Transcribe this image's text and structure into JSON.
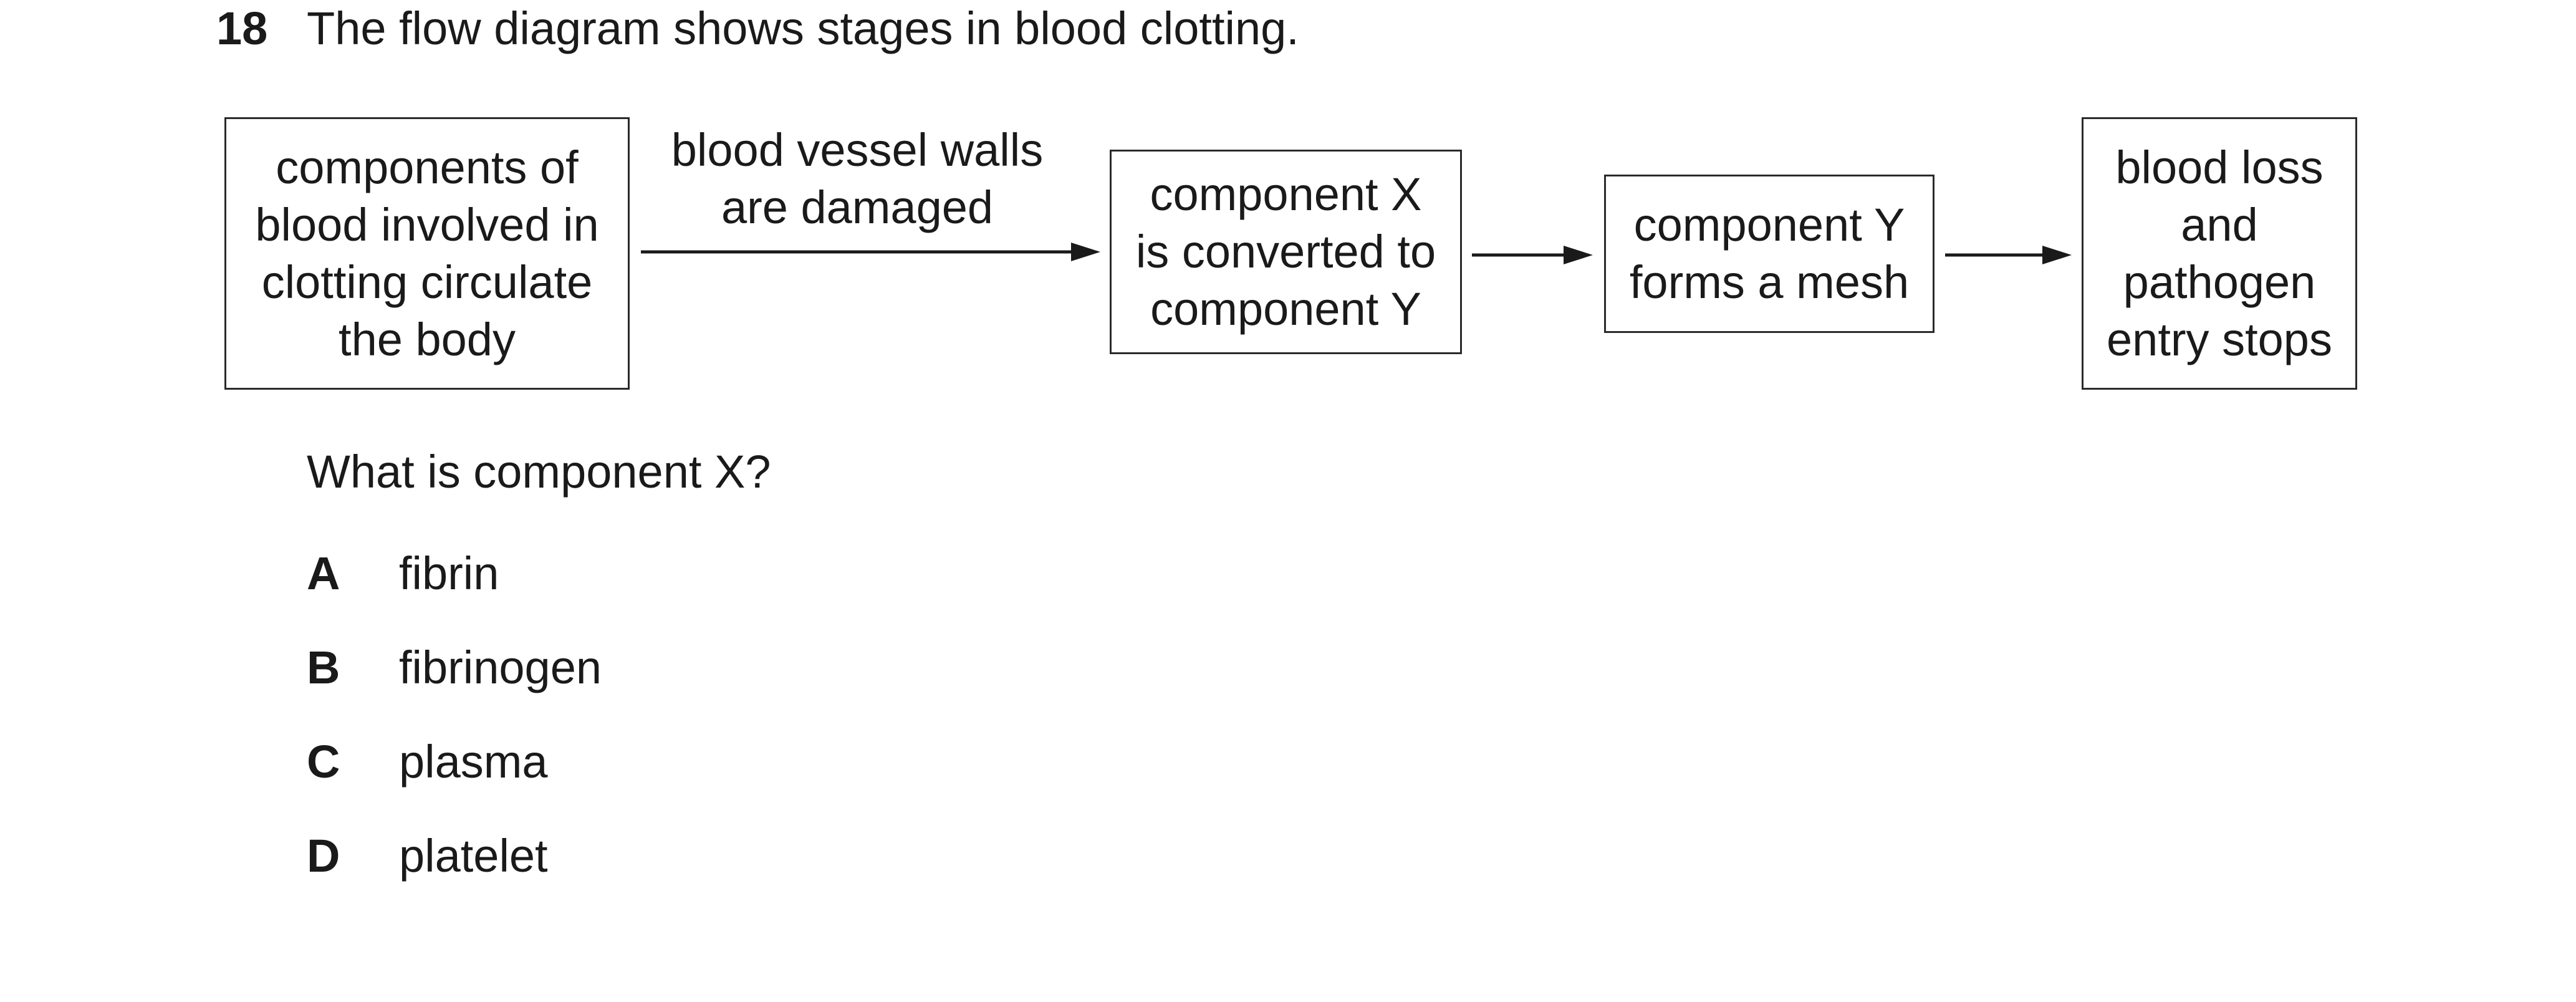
{
  "question": {
    "number": "18",
    "stem": "The flow diagram shows stages in blood clotting.",
    "prompt": "What is component X?"
  },
  "diagram": {
    "boxes": [
      {
        "lines": [
          "components of",
          "blood involved in",
          "clotting circulate",
          "the body"
        ]
      },
      {
        "lines": [
          "component X",
          "is converted to",
          "component Y"
        ]
      },
      {
        "lines": [
          "component Y",
          "forms a mesh"
        ]
      },
      {
        "lines": [
          "blood loss",
          "and",
          "pathogen",
          "entry stops"
        ]
      }
    ],
    "arrow_label": [
      "blood vessel walls",
      "are damaged"
    ]
  },
  "options": [
    {
      "letter": "A",
      "text": "fibrin"
    },
    {
      "letter": "B",
      "text": "fibrinogen"
    },
    {
      "letter": "C",
      "text": "plasma"
    },
    {
      "letter": "D",
      "text": "platelet"
    }
  ]
}
